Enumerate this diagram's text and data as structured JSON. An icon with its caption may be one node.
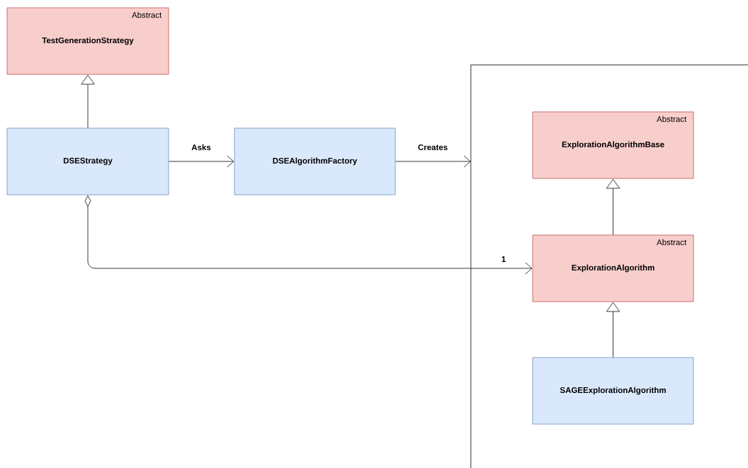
{
  "diagram": {
    "nodes": [
      {
        "text": [
          "Abstract",
          "TestGenerationStrategy"
        ]
      },
      {
        "text": [
          "DSEStrategy"
        ]
      },
      {
        "text": [
          "DSEAlgorithmFactory"
        ]
      },
      {
        "text": [],
        "shape": "box"
      },
      {
        "text": [
          "Abstract",
          "ExplorationAlgorithmBase"
        ],
        "in": 3
      },
      {
        "text": [
          "Abstract",
          "ExplorationAlgorithm"
        ],
        "in": 3
      },
      {
        "text": [
          "SAGEExplorationAlgorithm"
        ],
        "in": 3
      }
    ],
    "edges": [
      {
        "from": 1,
        "to": 0,
        "arrow": "to"
      },
      {
        "from": 1,
        "to": 2,
        "arrow": "to",
        "label": "Asks"
      },
      {
        "from": 2,
        "to": 3,
        "arrow": "to",
        "label": "Creates"
      },
      {
        "from": 5,
        "to": 4,
        "arrow": "to"
      },
      {
        "from": 6,
        "to": 5,
        "arrow": "to"
      },
      {
        "from": 1,
        "to": 5,
        "arrow": "to",
        "label": "1"
      }
    ]
  }
}
